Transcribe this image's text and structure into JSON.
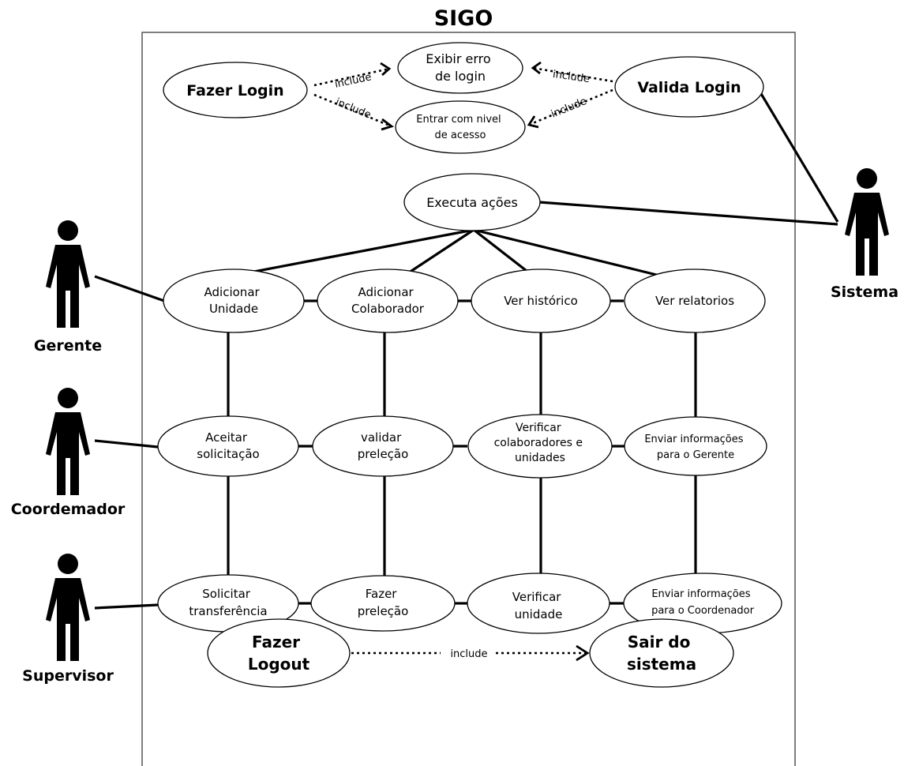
{
  "system": {
    "title": "SIGO"
  },
  "actors": {
    "gerente": "Gerente",
    "coordenador": "Coordemador",
    "supervisor": "Supervisor",
    "sistema": "Sistema"
  },
  "use_cases": {
    "fazer_login": [
      "Fazer Login"
    ],
    "exibir_erro": [
      "Exibir erro",
      "de login"
    ],
    "entrar_nivel": [
      "Entrar com nivel",
      "de acesso"
    ],
    "valida_login": [
      "Valida Login"
    ],
    "executa_acoes": [
      "Executa ações"
    ],
    "adicionar_unidade": [
      "Adicionar",
      "Unidade"
    ],
    "adicionar_colaborador": [
      "Adicionar",
      "Colaborador"
    ],
    "ver_historico": [
      "Ver histórico"
    ],
    "ver_relatorios": [
      "Ver relatorios"
    ],
    "aceitar_solicitacao": [
      "Aceitar",
      "solicitação"
    ],
    "validar_prelecao": [
      "validar",
      "preleção"
    ],
    "verificar_colab_unid": [
      "Verificar",
      "colaboradores e",
      "unidades"
    ],
    "enviar_info_gerente": [
      "Enviar informações",
      "para o Gerente"
    ],
    "solicitar_transferencia": [
      "Solicitar",
      "transferência"
    ],
    "fazer_prelecao": [
      "Fazer",
      "preleção"
    ],
    "verificar_unidade": [
      "Verificar",
      "unidade"
    ],
    "enviar_info_coordenador": [
      "Enviar informações",
      "para o Coordenador"
    ],
    "fazer_logout": [
      "Fazer",
      "Logout"
    ],
    "sair_sistema": [
      "Sair do",
      "sistema"
    ]
  },
  "relationships": {
    "include_login_erro": "include",
    "include_login_nivel": "include",
    "include_valida_erro": "include",
    "include_valida_nivel": "include",
    "include_logout_sair": "include"
  }
}
